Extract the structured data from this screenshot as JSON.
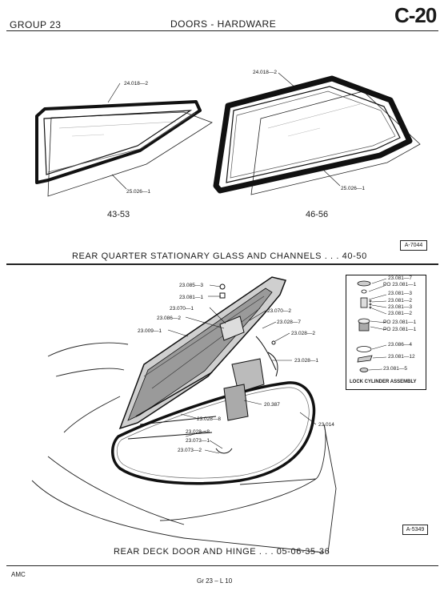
{
  "header": {
    "group": "GROUP 23",
    "title": "DOORS - HARDWARE",
    "page_code": "C-20"
  },
  "top_section": {
    "left_diagram": {
      "part_channel": "24.018—2",
      "part_glass": "25.026—1",
      "model": "43-53"
    },
    "right_diagram": {
      "part_channel": "24.018—2",
      "part_glass": "25.026—1",
      "model": "46-56"
    },
    "ref_code": "A-7044",
    "caption": "REAR QUARTER STATIONARY GLASS AND CHANNELS . . . 40-50"
  },
  "bottom_section": {
    "labels": {
      "p23085_3": "23.085—3",
      "p23081_1": "23.081—1",
      "p23070_1": "23.070—1",
      "p23086_2": "23.086—2",
      "p23009_1": "23.009—1",
      "p23070_2": "23.070—2",
      "p23028_7": "23.028—7",
      "p23028_2": "23.028—2",
      "p23028_1": "23.028—1",
      "p20387": "20.387",
      "p23014": "23.014",
      "p23028_8a": "23.028—8",
      "p23028_8b": "23.028—8",
      "p23073_1": "23.073—1",
      "p23073_2": "23.073—2"
    },
    "lock_box": {
      "title": "LOCK CYLINDER ASSEMBLY",
      "labels": [
        "23.081—7",
        "PO 23.081—1",
        "23.081—3",
        "23.081—2",
        "23.081—3",
        "23.081—2",
        "PO 23.081—1",
        "PO 23.081—1",
        "23.086—4",
        "23.081—12",
        "23.081—5"
      ]
    },
    "ref_code": "A-5349",
    "caption": "REAR DECK DOOR AND HINGE . . . 05-06-35-36"
  },
  "footer": {
    "left": "AMC",
    "center": "Gr 23  –  L 10"
  }
}
